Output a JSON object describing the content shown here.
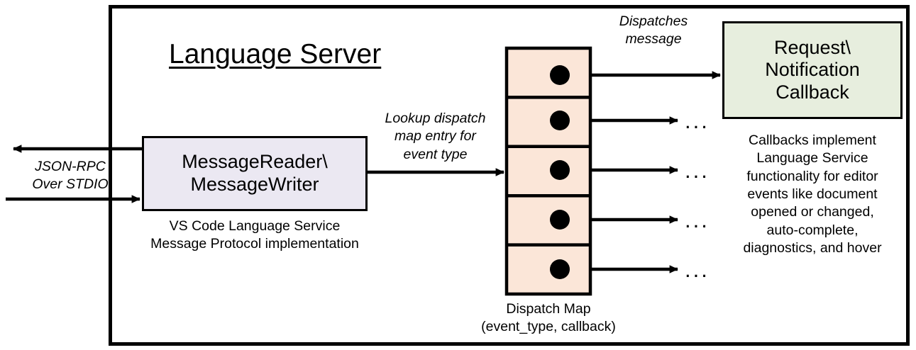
{
  "diagram": {
    "title": "Language Server",
    "outer_border_color": "#000000",
    "background": "#ffffff"
  },
  "message_box": {
    "label_line1": "MessageReader\\",
    "label_line2": "MessageWriter",
    "caption_line1": "VS Code Language Service",
    "caption_line2": "Message Protocol implementation",
    "fill": "#ebe8f2",
    "stroke": "#000000"
  },
  "dispatch_map": {
    "caption_line1": "Dispatch Map",
    "caption_line2": "(event_type, callback)",
    "fill": "#fbe6d8",
    "stroke": "#000000",
    "row_count": 5,
    "rows": [
      {
        "marker": "filled-dot",
        "target": "Request\\Notification Callback"
      },
      {
        "marker": "filled-dot",
        "target": "..."
      },
      {
        "marker": "filled-dot",
        "target": "..."
      },
      {
        "marker": "filled-dot",
        "target": "..."
      },
      {
        "marker": "filled-dot",
        "target": "..."
      }
    ],
    "ellipsis": "..."
  },
  "callback_box": {
    "label_line1": "Request\\",
    "label_line2": "Notification",
    "label_line3": "Callback",
    "fill": "#e7eede",
    "stroke": "#000000",
    "caption": "Callbacks implement Language Service functionality for editor events like document opened or changed, auto-complete, diagnostics, and hover",
    "caption_lines": [
      "Callbacks implement",
      "Language Service",
      "functionality for editor",
      "events like document",
      "opened or changed,",
      "auto-complete,",
      "diagnostics, and hover"
    ]
  },
  "edges": {
    "io_label_line1": "JSON-RPC",
    "io_label_line2": "Over STDIO",
    "lookup_label_line1": "Lookup dispatch",
    "lookup_label_line2": "map entry for",
    "lookup_label_line3": "event type",
    "dispatch_label_line1": "Dispatches",
    "dispatch_label_line2": "message"
  }
}
